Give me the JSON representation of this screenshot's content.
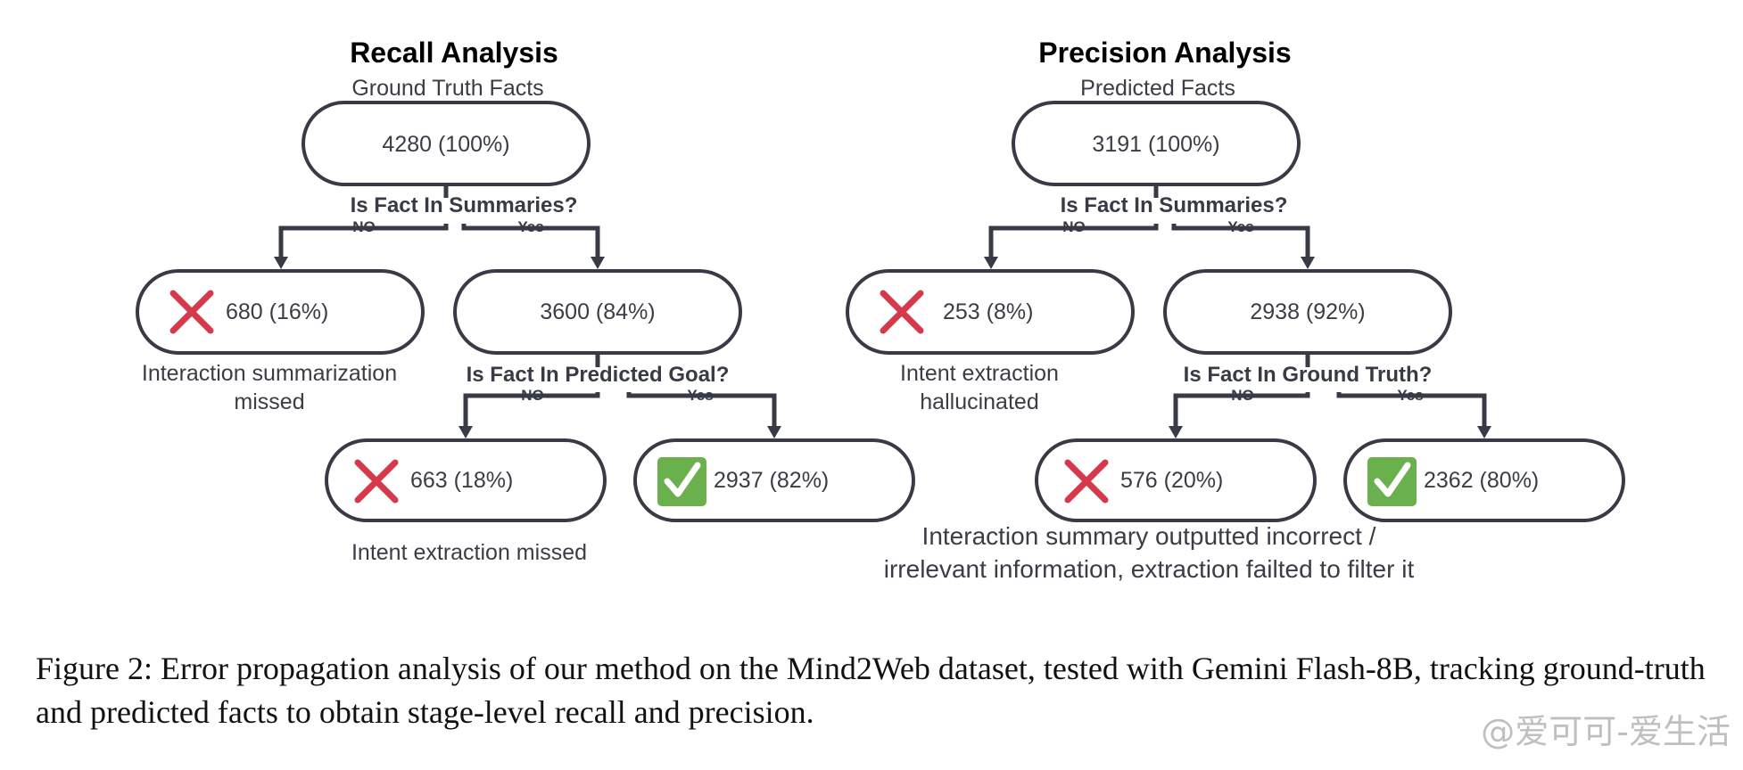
{
  "recall": {
    "title": "Recall Analysis",
    "subtitle": "Ground Truth Facts",
    "root": "4280 (100%)",
    "q1": "Is Fact In Summaries?",
    "q1_no": "NO",
    "q1_yes": "Yes",
    "missed": "680 (16%)",
    "missed_note_1": "Interaction summarization",
    "missed_note_2": "missed",
    "kept": "3600 (84%)",
    "q2": "Is Fact In Predicted Goal?",
    "q2_no": "NO",
    "q2_yes": "Yes",
    "fail": "663 (18%)",
    "fail_note": "Intent extraction missed",
    "pass": "2937 (82%)"
  },
  "precision": {
    "title": "Precision Analysis",
    "subtitle": "Predicted Facts",
    "root": "3191 (100%)",
    "q1": "Is Fact In Summaries?",
    "q1_no": "NO",
    "q1_yes": "Yes",
    "missed": "253 (8%)",
    "missed_note_1": "Intent extraction",
    "missed_note_2": "hallucinated",
    "kept": "2938 (92%)",
    "q2": "Is Fact In Ground Truth?",
    "q2_no": "NO",
    "q2_yes": "Yes",
    "fail": "576 (20%)",
    "pass": "2362 (80%)",
    "bottom_note_1": "Interaction summary outputted incorrect /",
    "bottom_note_2": "irrelevant information, extraction failted to filter it"
  },
  "icons": {
    "fail": "red-x-icon",
    "pass": "green-check-icon"
  },
  "colors": {
    "fail": "#d43a4c",
    "pass": "#6ab04c",
    "outline": "#383b45"
  },
  "caption": "Figure 2: Error propagation analysis of our method on the Mind2Web dataset, tested with Gemini Flash-8B, tracking ground-truth and predicted facts to obtain stage-level recall and precision.",
  "watermark": "@爱可可-爱生活"
}
